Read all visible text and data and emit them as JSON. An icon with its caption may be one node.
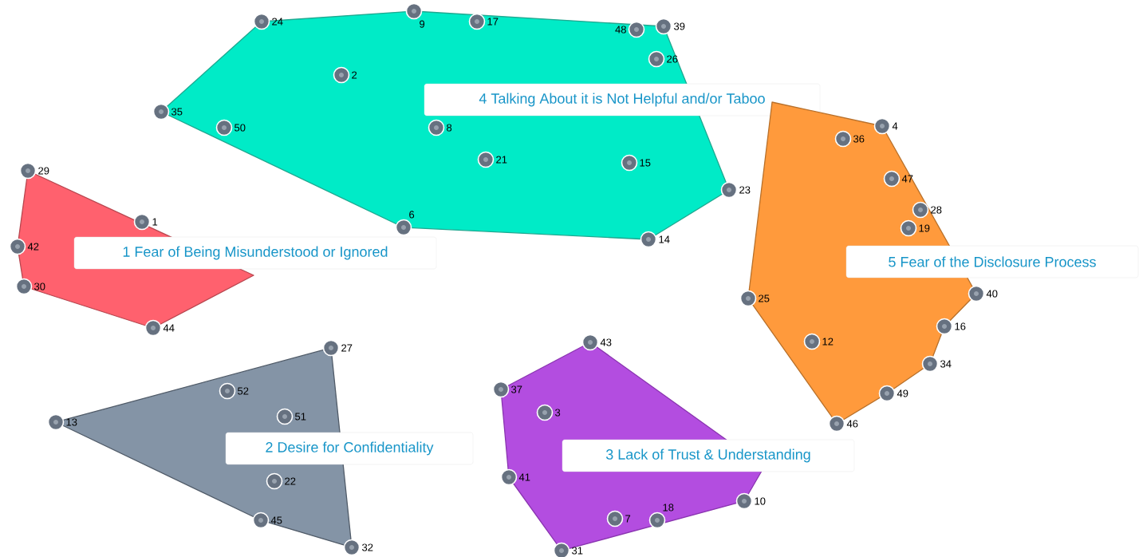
{
  "diagram": {
    "nodes": [
      {
        "text": [
          "4 Talking About it is Not Helpful and/or Taboo"
        ]
      },
      {
        "text": [],
        "shape": "circle",
        "beside": [
          "9"
        ],
        "in": 0
      },
      {
        "text": [],
        "shape": "circle",
        "beside": [
          "24"
        ],
        "in": 0
      },
      {
        "text": [],
        "shape": "circle",
        "beside": [
          "17"
        ],
        "in": 0
      },
      {
        "text": [],
        "shape": "circle",
        "beside": [
          "48"
        ],
        "in": 0
      },
      {
        "text": [],
        "shape": "circle",
        "beside": [
          "39"
        ],
        "in": 0
      },
      {
        "text": [],
        "shape": "circle",
        "beside": [
          "26"
        ],
        "in": 0
      },
      {
        "text": [],
        "shape": "circle",
        "beside": [
          "2"
        ],
        "in": 0
      },
      {
        "text": [],
        "shape": "circle",
        "beside": [
          "35"
        ],
        "in": 0
      },
      {
        "text": [],
        "shape": "circle",
        "beside": [
          "8"
        ],
        "in": 0
      },
      {
        "text": [],
        "shape": "circle",
        "beside": [
          "50"
        ],
        "in": 0
      },
      {
        "text": [],
        "shape": "circle",
        "beside": [
          "21"
        ],
        "in": 0
      },
      {
        "text": [],
        "shape": "circle",
        "beside": [
          "15"
        ],
        "in": 0
      },
      {
        "text": [],
        "shape": "circle",
        "beside": [
          "23"
        ],
        "in": 0
      },
      {
        "text": [],
        "shape": "circle",
        "beside": [
          "6"
        ],
        "in": 0
      },
      {
        "text": [],
        "shape": "circle",
        "beside": [
          "14"
        ],
        "in": 0
      },
      {
        "text": [
          "1 Fear of Being Misunderstood or Ignored"
        ]
      },
      {
        "text": [],
        "shape": "circle",
        "beside": [
          "29"
        ],
        "in": 16
      },
      {
        "text": [],
        "shape": "circle",
        "beside": [
          "1"
        ],
        "in": 16
      },
      {
        "text": [],
        "shape": "circle",
        "beside": [
          "42"
        ],
        "in": 16
      },
      {
        "text": [],
        "shape": "circle",
        "beside": [
          "30"
        ],
        "in": 16
      },
      {
        "text": [],
        "shape": "circle",
        "beside": [
          "44"
        ],
        "in": 16
      },
      {
        "text": [
          "5 Fear of the Disclosure Process"
        ]
      },
      {
        "text": [],
        "shape": "circle",
        "beside": [
          "4"
        ],
        "in": 22
      },
      {
        "text": [],
        "shape": "circle",
        "beside": [
          "36"
        ],
        "in": 22
      },
      {
        "text": [],
        "shape": "circle",
        "beside": [
          "47"
        ],
        "in": 22
      },
      {
        "text": [],
        "shape": "circle",
        "beside": [
          "28"
        ],
        "in": 22
      },
      {
        "text": [],
        "shape": "circle",
        "beside": [
          "19"
        ],
        "in": 22
      },
      {
        "text": [],
        "shape": "circle",
        "beside": [
          "40"
        ],
        "in": 22
      },
      {
        "text": [],
        "shape": "circle",
        "beside": [
          "25"
        ],
        "in": 22
      },
      {
        "text": [],
        "shape": "circle",
        "beside": [
          "16"
        ],
        "in": 22
      },
      {
        "text": [],
        "shape": "circle",
        "beside": [
          "12"
        ],
        "in": 22
      },
      {
        "text": [],
        "shape": "circle",
        "beside": [
          "34"
        ],
        "in": 22
      },
      {
        "text": [],
        "shape": "circle",
        "beside": [
          "49"
        ],
        "in": 22
      },
      {
        "text": [],
        "shape": "circle",
        "beside": [
          "46"
        ],
        "in": 22
      },
      {
        "text": [
          "2 Desire for Confidentiality"
        ]
      },
      {
        "text": [],
        "shape": "circle",
        "beside": [
          "27"
        ],
        "in": 35
      },
      {
        "text": [],
        "shape": "circle",
        "beside": [
          "52"
        ],
        "in": 35
      },
      {
        "text": [],
        "shape": "circle",
        "beside": [
          "13"
        ],
        "in": 35
      },
      {
        "text": [],
        "shape": "circle",
        "beside": [
          "51"
        ],
        "in": 35
      },
      {
        "text": [],
        "shape": "circle",
        "beside": [
          "22"
        ],
        "in": 35
      },
      {
        "text": [],
        "shape": "circle",
        "beside": [
          "45"
        ],
        "in": 35
      },
      {
        "text": [],
        "shape": "circle",
        "beside": [
          "32"
        ],
        "in": 35
      },
      {
        "text": [
          "3 Lack of Trust & Understanding"
        ]
      },
      {
        "text": [],
        "shape": "circle",
        "beside": [
          "43"
        ],
        "in": 43
      },
      {
        "text": [],
        "shape": "circle",
        "beside": [
          "37"
        ],
        "in": 43
      },
      {
        "text": [],
        "shape": "circle",
        "beside": [
          "3"
        ],
        "in": 43
      },
      {
        "text": [],
        "shape": "circle",
        "beside": [
          "41"
        ],
        "in": 43
      },
      {
        "text": [],
        "shape": "circle",
        "beside": [
          "10"
        ],
        "in": 43
      },
      {
        "text": [],
        "shape": "circle",
        "beside": [
          "7"
        ],
        "in": 43
      },
      {
        "text": [],
        "shape": "circle",
        "beside": [
          "18"
        ],
        "in": 43
      },
      {
        "text": [],
        "shape": "circle",
        "beside": [
          "31"
        ],
        "in": 43
      }
    ]
  }
}
